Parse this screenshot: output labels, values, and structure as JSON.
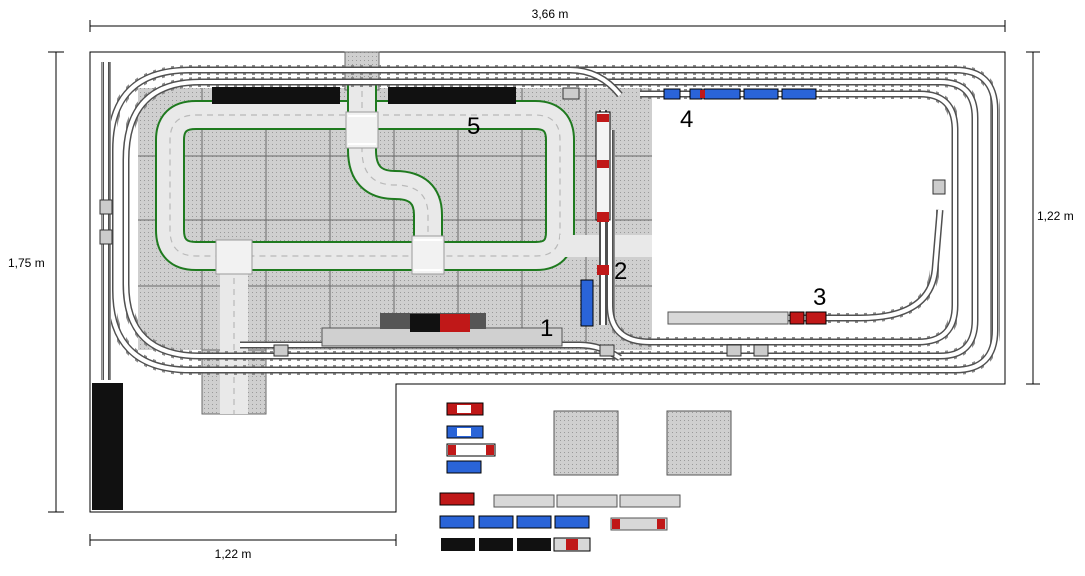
{
  "dimensions": {
    "top_width": "3,66 m",
    "left_height": "1,75 m",
    "right_height": "1,22 m",
    "bottom_width": "1,22 m"
  },
  "markers": {
    "m1": "1",
    "m2": "2",
    "m3": "3",
    "m4": "4",
    "m5": "5"
  },
  "colors": {
    "track_rail": "#555555",
    "track_tie": "#8a8a8a",
    "baseplate": "#c8c8c8",
    "grid": "#6a6a6a",
    "road": "#eaeaea",
    "road_edge": "#1f7a1f",
    "wagon_blue": "#2a64d8",
    "wagon_red": "#c01818",
    "wagon_grey": "#d8d8d8",
    "building_black": "#111111"
  }
}
